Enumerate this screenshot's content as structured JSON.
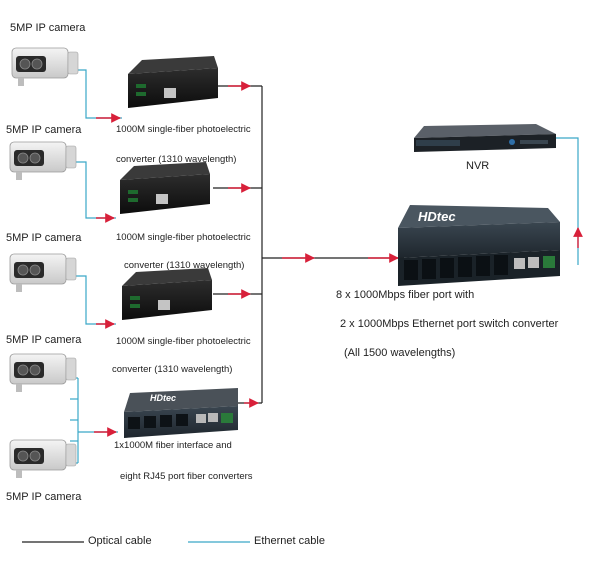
{
  "cameras": [
    {
      "label": "5MP IP  camera"
    },
    {
      "label": "5MP IP  camera"
    },
    {
      "label": "5MP IP  camera"
    },
    {
      "label": "5MP IP  camera"
    },
    {
      "label": "5MP IP  camera"
    }
  ],
  "converters": [
    {
      "line1": "1000M single-fiber photoelectric",
      "line2": "converter (1310 wavelength)"
    },
    {
      "line1": "1000M single-fiber photoelectric",
      "line2": "converter (1310 wavelength)"
    },
    {
      "line1": "1000M single-fiber photoelectric",
      "line2": "converter (1310 wavelength)"
    }
  ],
  "small_switch": {
    "line1": "1x1000M fiber interface and",
    "line2": "eight RJ45 port fiber converters",
    "brand": "HDtec"
  },
  "nvr": {
    "label": "NVR"
  },
  "main_switch": {
    "brand": "HDtec",
    "line1": "8 x 1000Mbps fiber port with",
    "line2": "2 x 1000Mbps Ethernet port switch converter",
    "line3": "(All 1500 wavelengths)"
  },
  "legend": {
    "optical": "Optical cable",
    "ethernet": "Ethernet cable"
  },
  "colors": {
    "optical": "#222222",
    "ethernet": "#3aa8c8",
    "arrow": "#d8203a"
  }
}
